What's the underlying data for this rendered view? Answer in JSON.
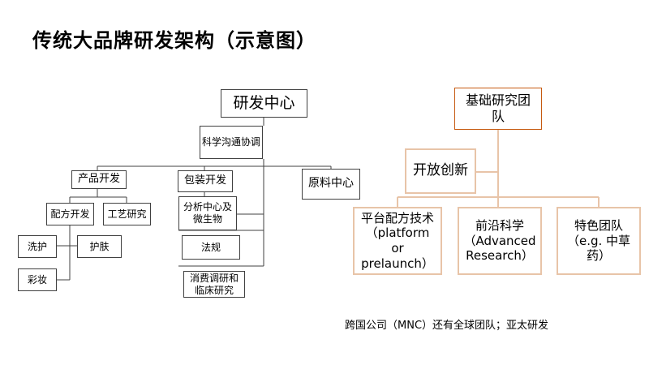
{
  "slide": {
    "title": "传统大品牌研发架构（示意图）"
  },
  "left_tree": {
    "root": "研发中心",
    "comm": "科学沟通协调",
    "product_dev": "产品开发",
    "packaging_dev": "包装开发",
    "raw_material": "原料中心",
    "formulation_dev": "配方开发",
    "process_research": "工艺研究",
    "wash_care": "洗护",
    "skin_care": "护肤",
    "makeup": "彩妆",
    "analysis_center": "分析中心及微生物",
    "regulations": "法规",
    "consumer_research": "消费调研和临床研究"
  },
  "right_tree": {
    "root": "基础研究团队",
    "open_innovation": "开放创新",
    "platform": "平台配方技术（platform or prelaunch）",
    "advanced": "前沿科学（Advanced Research）",
    "special": "特色团队（e.g. 中草药）"
  },
  "footnote": "跨国公司（MNC）还有全球团队；亚太研发",
  "colors": {
    "line_dark": "#404040",
    "orange_light": "#e8c4a8",
    "orange_dark": "#c65a10"
  }
}
